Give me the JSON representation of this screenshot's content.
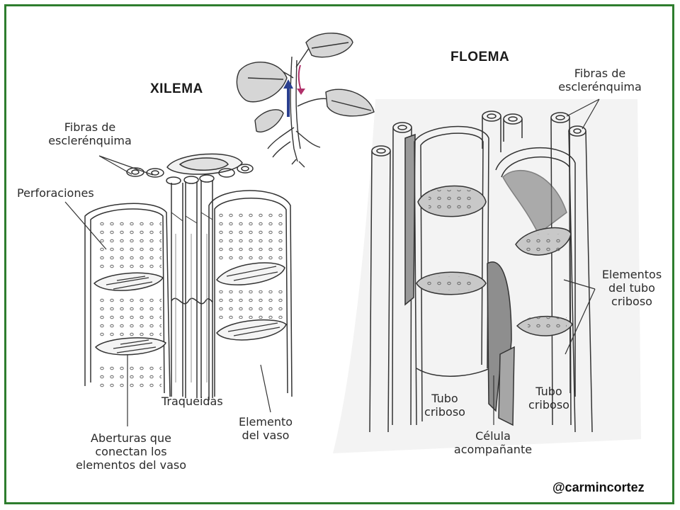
{
  "xylem": {
    "title": "XILEMA",
    "fibers_line1": "Fibras de",
    "fibers_line2": "esclerénquima",
    "perforations": "Perforaciones",
    "tracheids": "Traqueidas",
    "vessel_line1": "Elemento",
    "vessel_line2": "del vaso",
    "openings_line1": "Aberturas que",
    "openings_line2": "conectan los",
    "openings_line3": "elementos del vaso"
  },
  "phloem": {
    "title": "FLOEMA",
    "fibers_line1": "Fibras de",
    "fibers_line2": "esclerénquima",
    "sieve_elements_line1": "Elementos",
    "sieve_elements_line2": "del tubo",
    "sieve_elements_line3": "criboso",
    "sieve_tube_left_line1": "Tubo",
    "sieve_tube_left_line2": "criboso",
    "sieve_tube_right_line1": "Tubo",
    "sieve_tube_right_line2": "criboso",
    "companion_line1": "Célula",
    "companion_line2": "acompañante"
  },
  "credit": "@carmincortez",
  "colors": {
    "frame": "#2e7d2e",
    "xylem_arrow": "#2a3f8f",
    "phloem_arrow": "#b0306a"
  }
}
